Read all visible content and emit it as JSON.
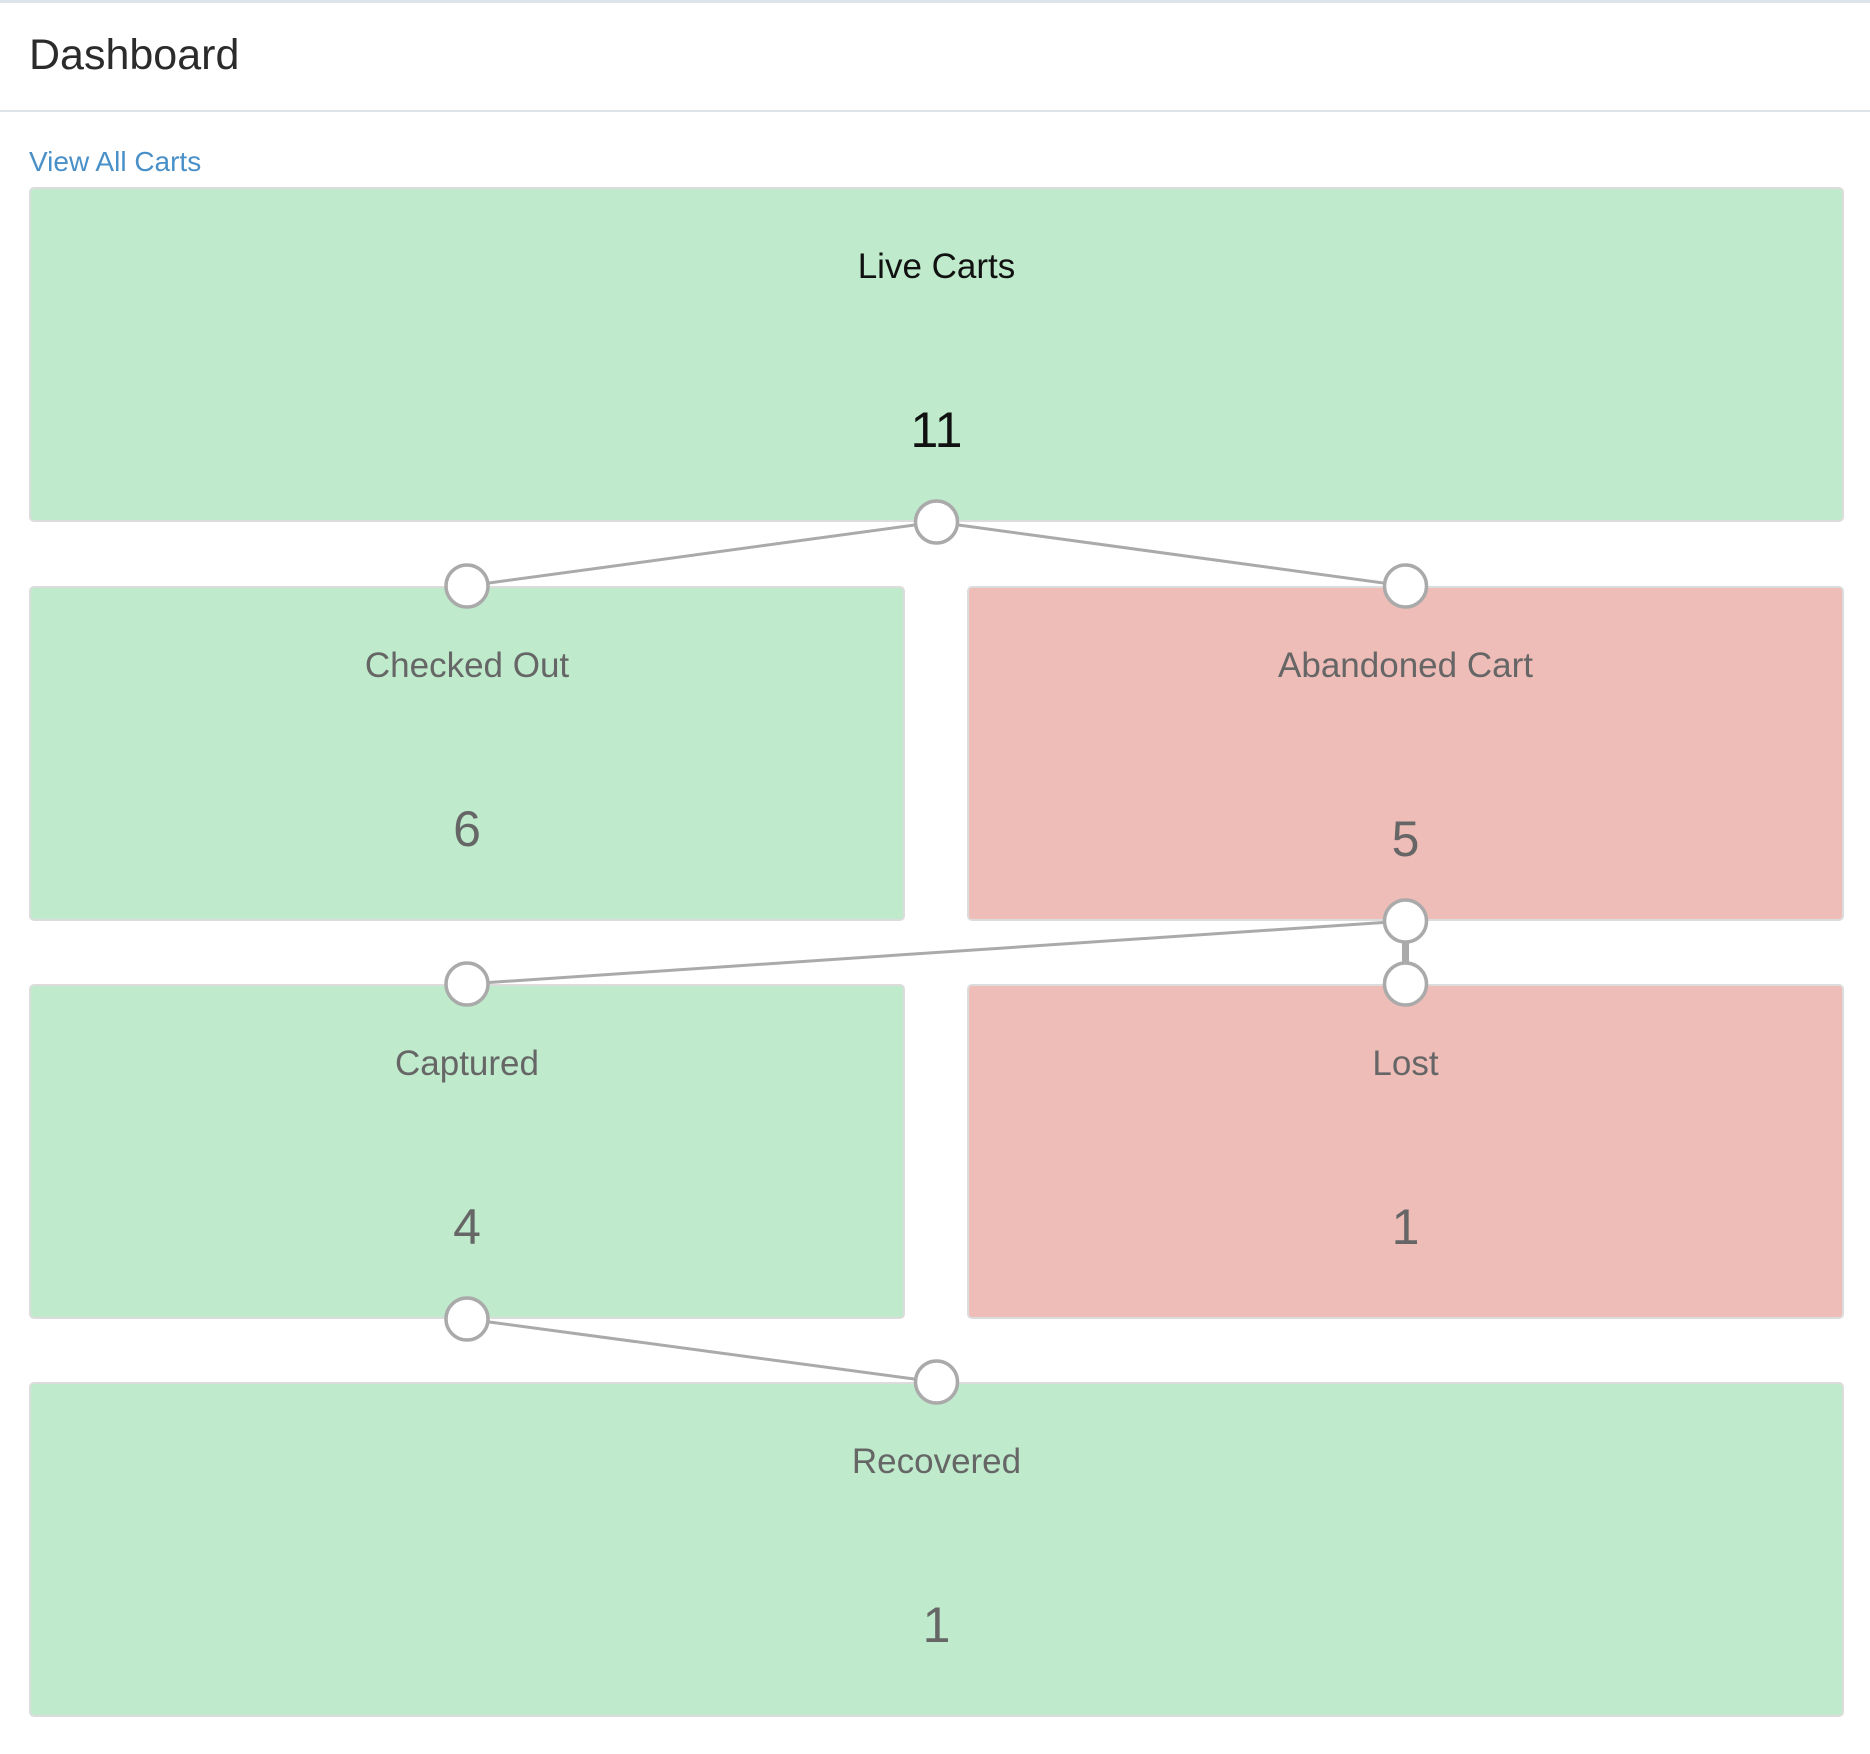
{
  "header": {
    "title": "Dashboard"
  },
  "view_all_link": "View All Carts",
  "colors": {
    "positive": "#bfebcc",
    "negative": "#eebdb8",
    "connector": "#aaaaaa",
    "link": "#4a90c8"
  },
  "nodes": {
    "live": {
      "label": "Live Carts",
      "value": "11"
    },
    "checked_out": {
      "label": "Checked Out",
      "value": "6"
    },
    "abandoned": {
      "label": "Abandoned Cart",
      "value": "5"
    },
    "captured": {
      "label": "Captured",
      "value": "4"
    },
    "lost": {
      "label": "Lost",
      "value": "1"
    },
    "recovered": {
      "label": "Recovered",
      "value": "1"
    }
  },
  "edges": [
    {
      "from": "live",
      "to": "checked_out"
    },
    {
      "from": "live",
      "to": "abandoned"
    },
    {
      "from": "abandoned",
      "to": "captured"
    },
    {
      "from": "abandoned",
      "to": "lost"
    },
    {
      "from": "captured",
      "to": "recovered"
    }
  ]
}
